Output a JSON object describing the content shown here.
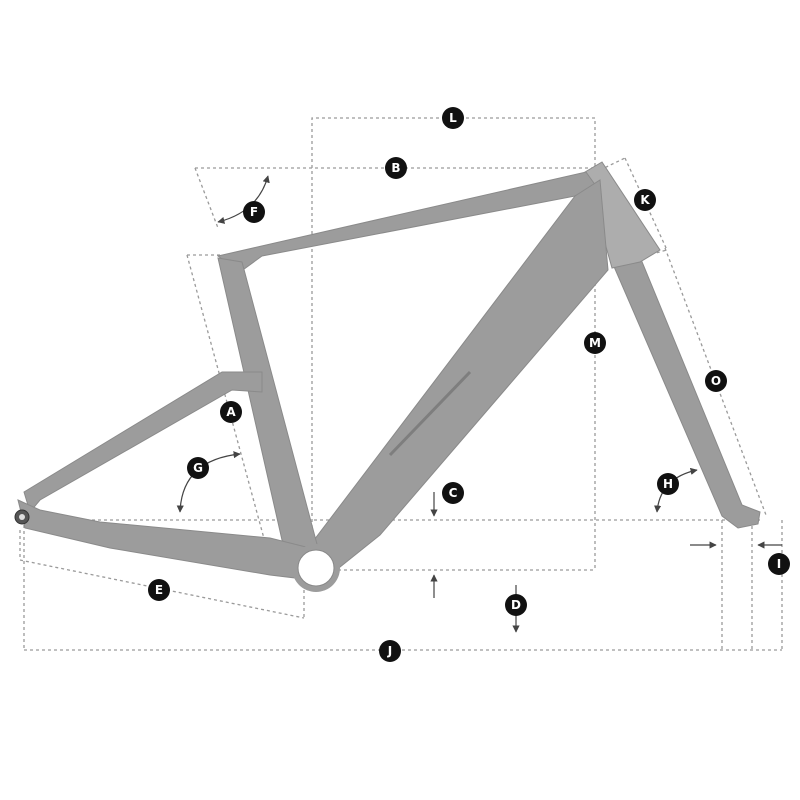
{
  "labels": {
    "A": "A",
    "B": "B",
    "C": "C",
    "D": "D",
    "E": "E",
    "F": "F",
    "G": "G",
    "H": "H",
    "I": "I",
    "J": "J",
    "K": "K",
    "L": "L",
    "M": "M",
    "O": "O"
  },
  "colors": {
    "frame": "#9c9c9c",
    "frame_highlight": "#b0b0b0",
    "dimension_line": "#9a9a9a",
    "badge": "#111111",
    "badge_text": "#ffffff"
  }
}
